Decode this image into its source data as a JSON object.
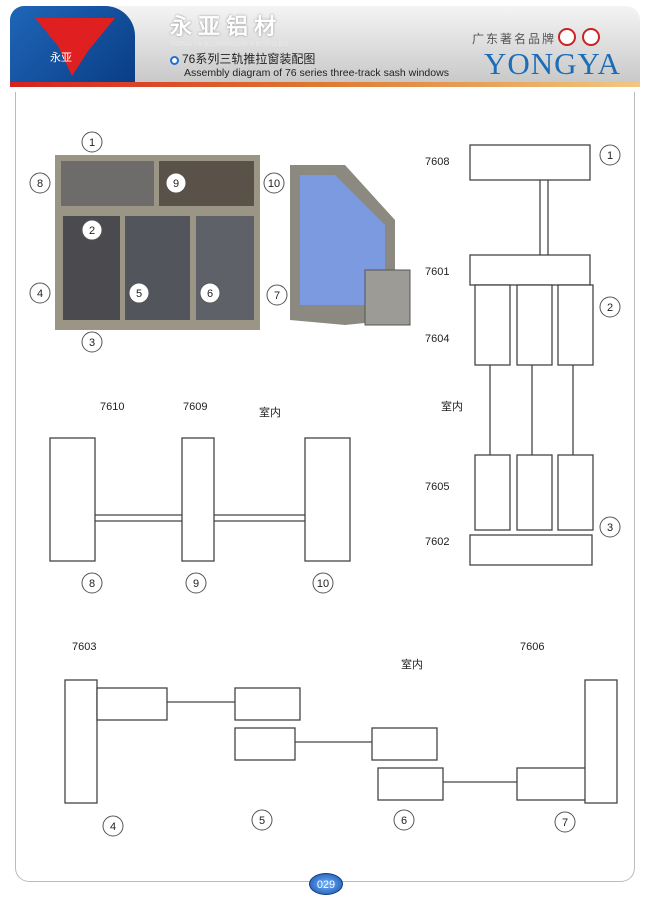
{
  "header": {
    "logo_text": "永亚",
    "title_cn": "永亚铝材",
    "title_en": "YONGYA ALUMINIUM PROFILES",
    "page_title_cn": "76系列三轨推拉窗装配图",
    "page_title_en": "Assembly diagram of 76 series three-track sash windows",
    "brand_tag": "广东著名品牌",
    "brand": "YONGYA"
  },
  "photo_callouts": [
    "1",
    "2",
    "3",
    "4",
    "5",
    "6",
    "7",
    "8",
    "9",
    "10"
  ],
  "right_section": {
    "codes": [
      "7608",
      "7601",
      "7604",
      "7605",
      "7602"
    ],
    "callouts": [
      "1",
      "2",
      "3"
    ],
    "indoor": "室内"
  },
  "mid_section": {
    "codes": [
      "7610",
      "7609"
    ],
    "callouts": [
      "8",
      "9",
      "10"
    ],
    "indoor": "室内"
  },
  "bottom_section": {
    "codes": [
      "7603",
      "7606"
    ],
    "callouts": [
      "4",
      "5",
      "6",
      "7"
    ],
    "indoor": "室内"
  },
  "page_number": "029"
}
